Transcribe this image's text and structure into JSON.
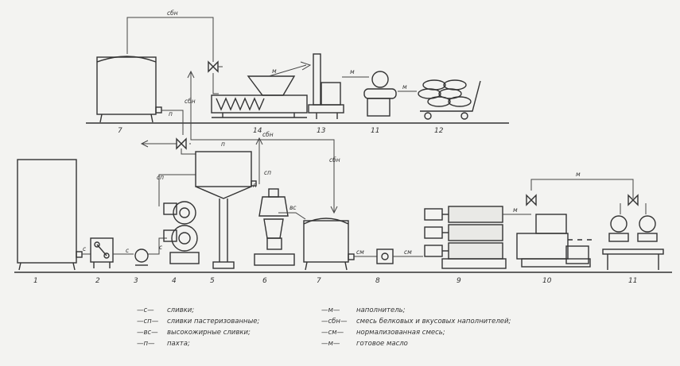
{
  "labels": {
    "top": {
      "n7": "7",
      "n14": "14",
      "n13": "13",
      "n11": "11",
      "n12": "12"
    },
    "bottom": {
      "n1": "1",
      "n2": "2",
      "n3": "3",
      "n4": "4",
      "n5": "5",
      "n6": "6",
      "n7": "7",
      "n8": "8",
      "n9": "9",
      "n10": "10",
      "n11": "11"
    }
  },
  "pipes": {
    "sbn": "сбн",
    "n": "п",
    "m": "м",
    "sp": "сп",
    "vs": "вс",
    "sm": "см",
    "s": "с"
  },
  "legend": [
    {
      "code": "—с—",
      "text": "сливки;"
    },
    {
      "code": "—сп—",
      "text": "сливки пастеризованные;"
    },
    {
      "code": "—вс—",
      "text": "высокожирные сливки;"
    },
    {
      "code": "—п—",
      "text": "пахта;"
    },
    {
      "code": "—м—",
      "text": "наполнитель;"
    },
    {
      "code": "—сбн—",
      "text": "смесь белковых и вкусовых наполнителей;"
    },
    {
      "code": "—см—",
      "text": "нормализованная смесь;"
    },
    {
      "code": "—м—",
      "text": "готовое масло"
    }
  ]
}
